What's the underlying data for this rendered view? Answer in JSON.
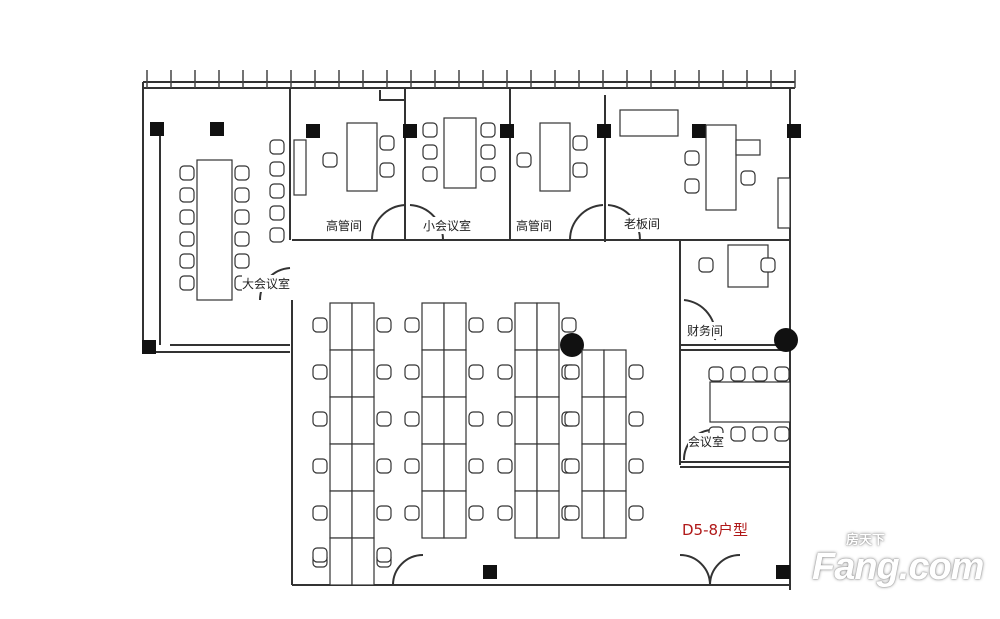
{
  "plan": {
    "rooms": [
      {
        "id": "exec-office-1",
        "label": "高管间"
      },
      {
        "id": "small-meeting",
        "label": "小会议室"
      },
      {
        "id": "exec-office-2",
        "label": "高管间"
      },
      {
        "id": "boss-office",
        "label": "老板间"
      },
      {
        "id": "large-meeting",
        "label": "大会议室"
      },
      {
        "id": "finance",
        "label": "财务间"
      },
      {
        "id": "meeting",
        "label": "会议室"
      }
    ],
    "unit_type": "D5-8户型",
    "colors": {
      "wall": "#333333",
      "unit_label": "#b01818"
    }
  },
  "watermark": {
    "brand": "Fang.com",
    "brand_cn": "房天下"
  }
}
